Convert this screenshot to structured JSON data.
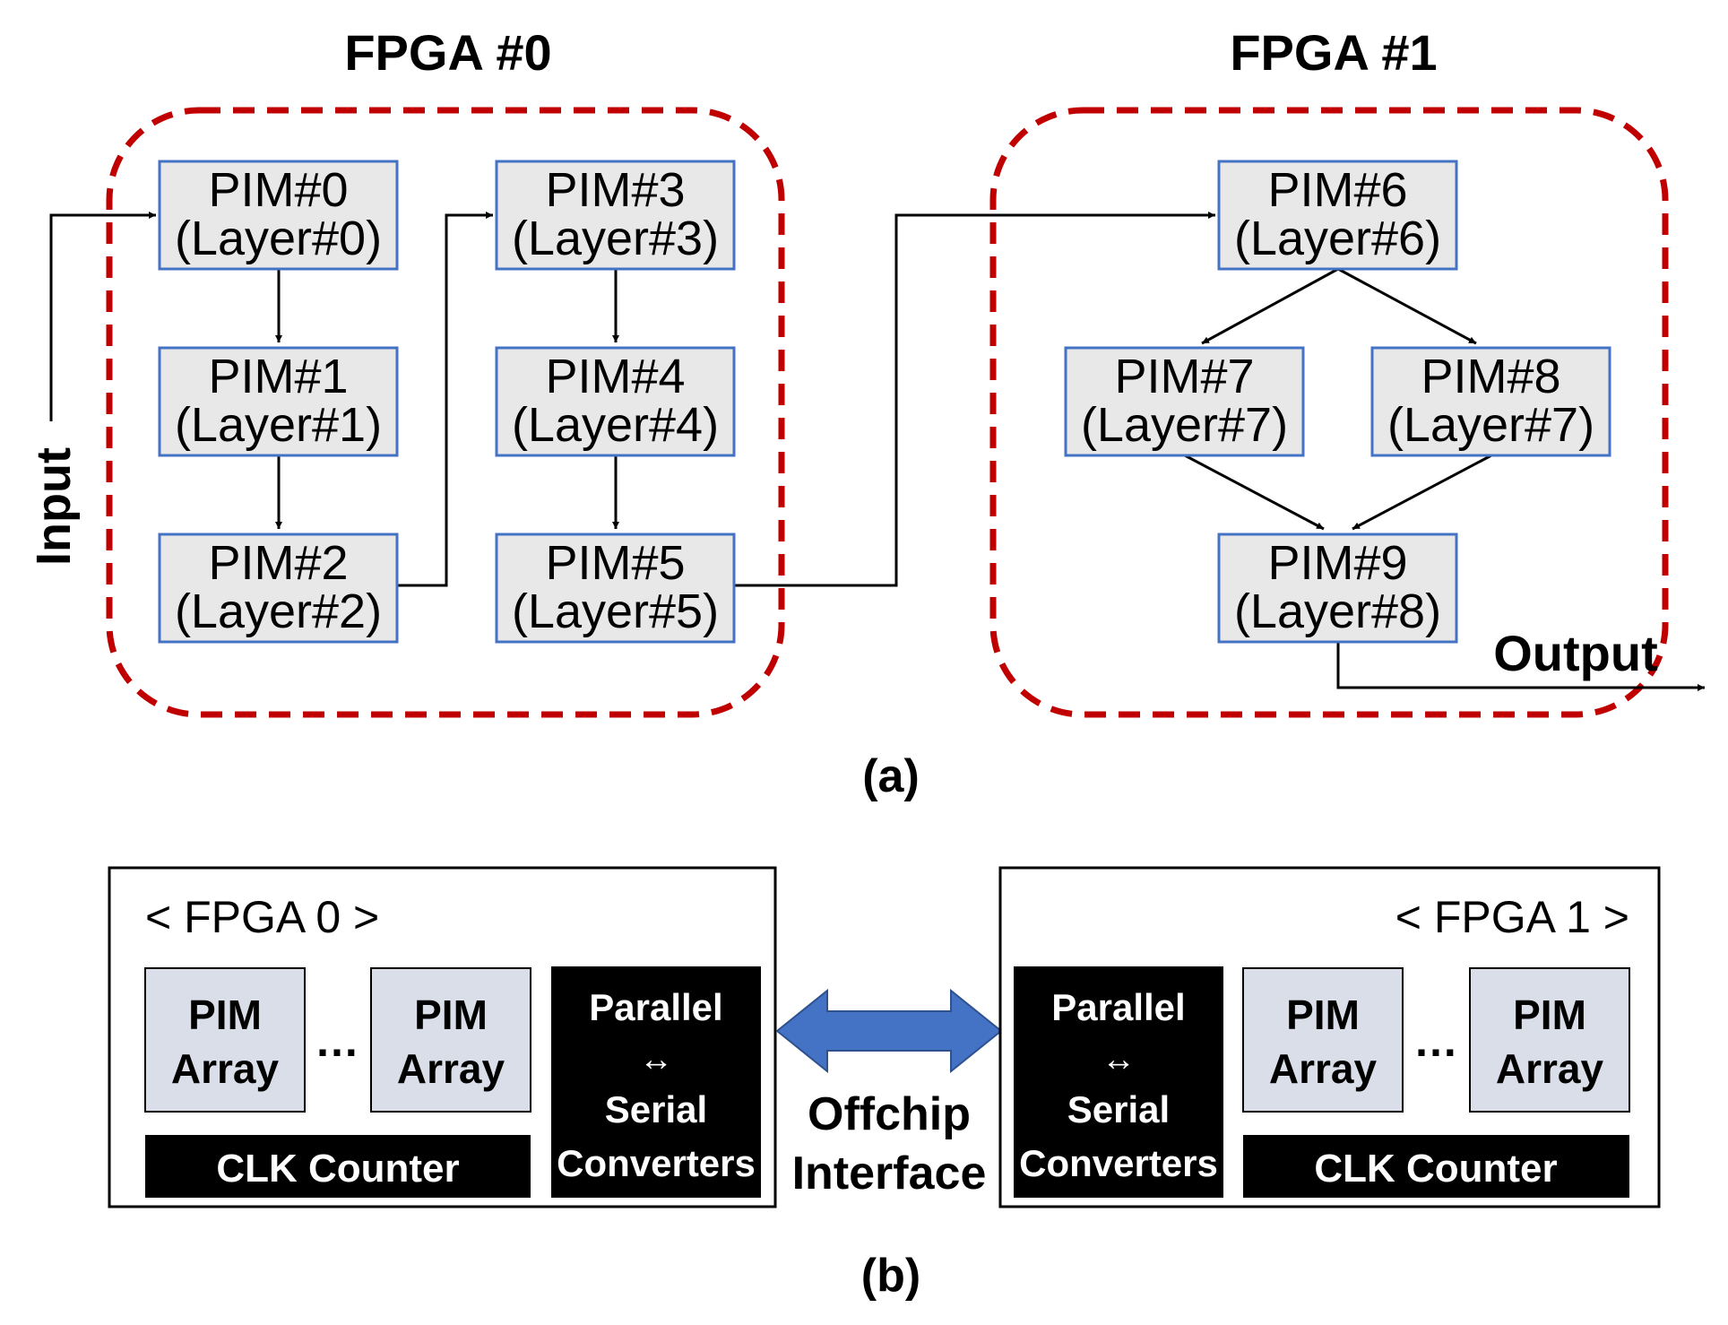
{
  "part_a": {
    "caption": "(a)",
    "fpga0_title": "FPGA #0",
    "fpga1_title": "FPGA #1",
    "input_label": "Input",
    "output_label": "Output",
    "nodes": [
      {
        "id": "PIM#0",
        "layer": "(Layer#0)"
      },
      {
        "id": "PIM#1",
        "layer": "(Layer#1)"
      },
      {
        "id": "PIM#2",
        "layer": "(Layer#2)"
      },
      {
        "id": "PIM#3",
        "layer": "(Layer#3)"
      },
      {
        "id": "PIM#4",
        "layer": "(Layer#4)"
      },
      {
        "id": "PIM#5",
        "layer": "(Layer#5)"
      },
      {
        "id": "PIM#6",
        "layer": "(Layer#6)"
      },
      {
        "id": "PIM#7",
        "layer": "(Layer#7)"
      },
      {
        "id": "PIM#8",
        "layer": "(Layer#7)"
      },
      {
        "id": "PIM#9",
        "layer": "(Layer#8)"
      }
    ]
  },
  "part_b": {
    "caption": "(b)",
    "fpga0_title": "< FPGA 0 >",
    "fpga1_title": "< FPGA 1 >",
    "pim_array_line1": "PIM",
    "pim_array_line2": "Array",
    "ellipsis": "…",
    "clk_counter": "CLK Counter",
    "converter_line1": "Parallel",
    "converter_line2": "↔",
    "converter_line3": "Serial",
    "converter_line4": "Converters",
    "interface_line1": "Offchip",
    "interface_line2": "Interface"
  },
  "colors": {
    "fpga_border": "#c00000",
    "pim_fill": "#e8e8e8",
    "pim_border": "#4472c4",
    "array_fill": "#d9dee8",
    "arrow_fill": "#4472c4"
  }
}
